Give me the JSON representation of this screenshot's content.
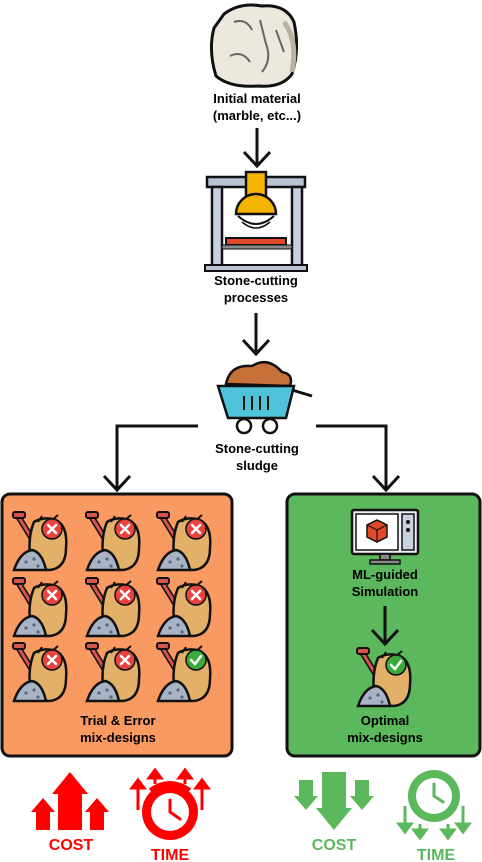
{
  "colors": {
    "trial_box": "#f99a62",
    "ml_box": "#5cb85c",
    "cost_time_up": "#ff0000",
    "cost_time_down": "#5cb85c",
    "reject_mark": "#e8433f",
    "accept_mark": "#3aaa3a",
    "cart": "#4fc3d8",
    "sludge": "#c8703a",
    "sack": "#e3b06a"
  },
  "icons": {
    "initial_material": "stone-block-icon",
    "cutting": "stone-cutting-machine-icon",
    "sludge": "wheelbarrow-sludge-icon",
    "sack": "cement-sack-shovel-icon",
    "ml": "computer-3d-model-icon",
    "cost": "arrows-icon",
    "time": "clock-icon"
  },
  "steps": {
    "initial_line1": "Initial material",
    "initial_line2": "(marble, etc...)",
    "cutting_line1": "Stone-cutting",
    "cutting_line2": "processes",
    "sludge_line1": "Stone-cutting",
    "sludge_line2": "sludge"
  },
  "trial": {
    "label_line1": "Trial & Error",
    "label_line2": "mix-designs",
    "grid_results": [
      "reject",
      "reject",
      "reject",
      "reject",
      "reject",
      "reject",
      "reject",
      "reject",
      "accept"
    ]
  },
  "ml": {
    "sim_line1": "ML-guided",
    "sim_line2": "Simulation",
    "label_line1": "Optimal",
    "label_line2": "mix-designs"
  },
  "outcomes": {
    "trial_cost": "COST",
    "trial_time": "TIME",
    "ml_cost": "COST",
    "ml_time": "TIME"
  }
}
